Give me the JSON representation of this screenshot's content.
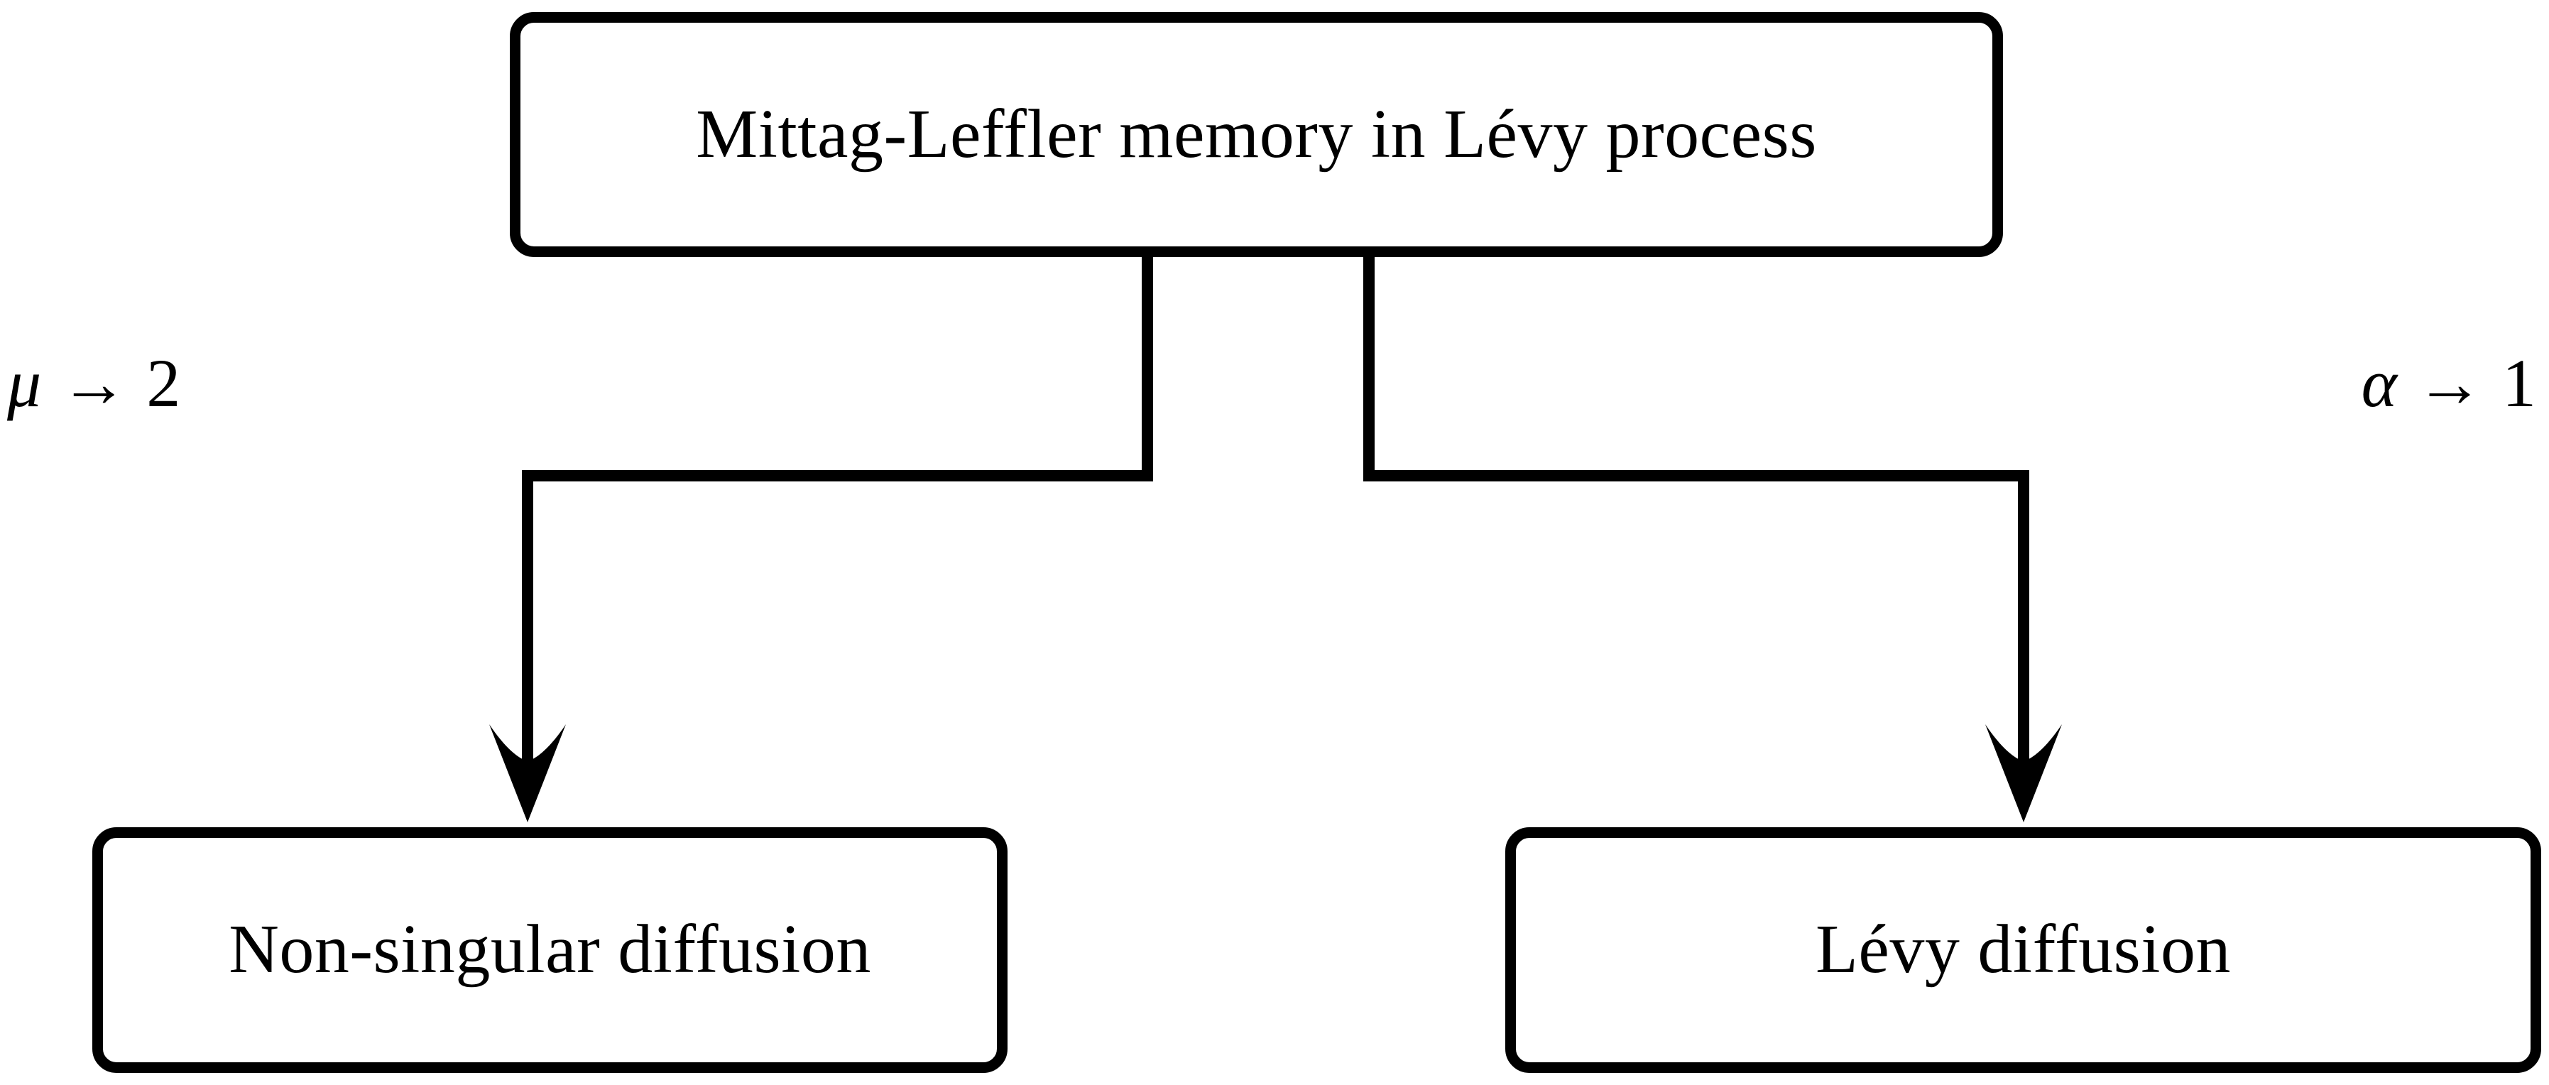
{
  "diagram": {
    "type": "flowchart",
    "orientation": "top-down",
    "background_color": "#ffffff",
    "line_color": "#000000",
    "nodes": {
      "root": {
        "id": "root",
        "label": "Mittag-Leffler memory in Lévy process",
        "shape": "rounded-rectangle"
      },
      "left": {
        "id": "left",
        "label": "Non-singular diffusion",
        "shape": "rounded-rectangle"
      },
      "right": {
        "id": "right",
        "label": "Lévy diffusion",
        "shape": "rounded-rectangle"
      }
    },
    "edges": {
      "left": {
        "from": "root",
        "to": "left",
        "arrowhead": "stealth",
        "condition": {
          "variable": "μ",
          "arrow": "→",
          "value": "2"
        }
      },
      "right": {
        "from": "root",
        "to": "right",
        "arrowhead": "stealth",
        "condition": {
          "variable": "α",
          "arrow": "→",
          "value": "1"
        }
      }
    }
  }
}
